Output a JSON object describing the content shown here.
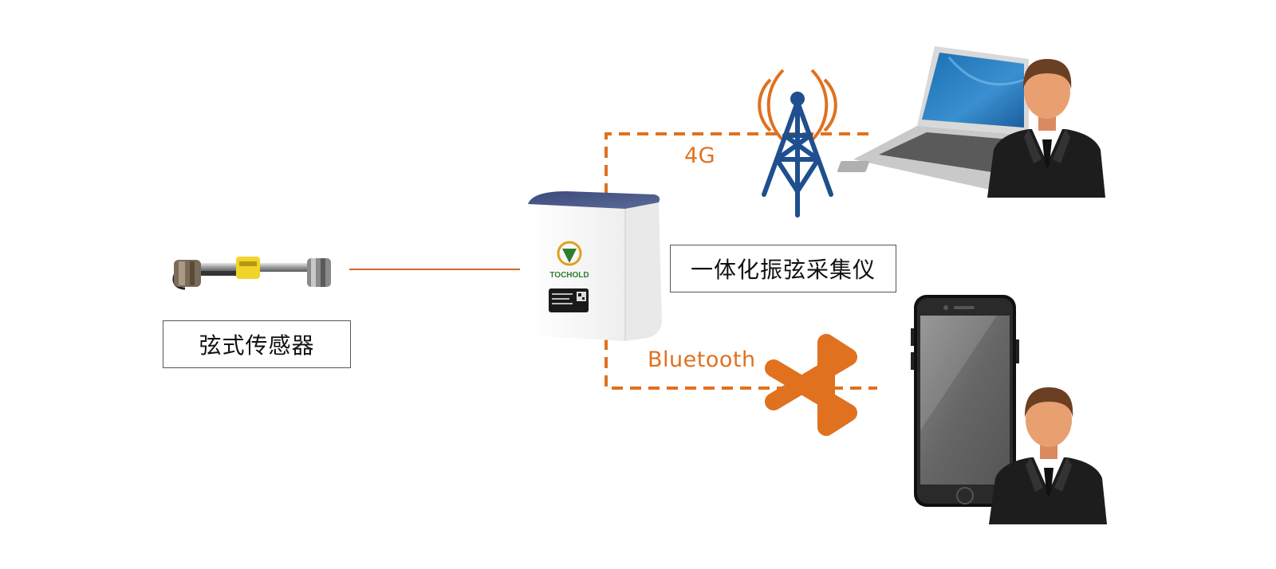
{
  "colors": {
    "accent": "#e0711f",
    "tower": "#1f4f8e",
    "sensor_link": "#d06a2a"
  },
  "nodes": {
    "sensor": {
      "label": "弦式传感器",
      "icon": "vibrating-wire-sensor-icon"
    },
    "collector": {
      "label": "一体化振弦采集仪",
      "icon": "acquisition-device-icon",
      "brand": "TOCHOLD"
    },
    "laptop_user": {
      "icon": "laptop-with-user-icon"
    },
    "phone_user": {
      "icon": "smartphone-with-user-icon"
    }
  },
  "links": {
    "cellular": {
      "label": "4G",
      "icon": "cell-tower-icon"
    },
    "bluetooth": {
      "label": "Bluetooth",
      "icon": "bluetooth-icon"
    }
  }
}
